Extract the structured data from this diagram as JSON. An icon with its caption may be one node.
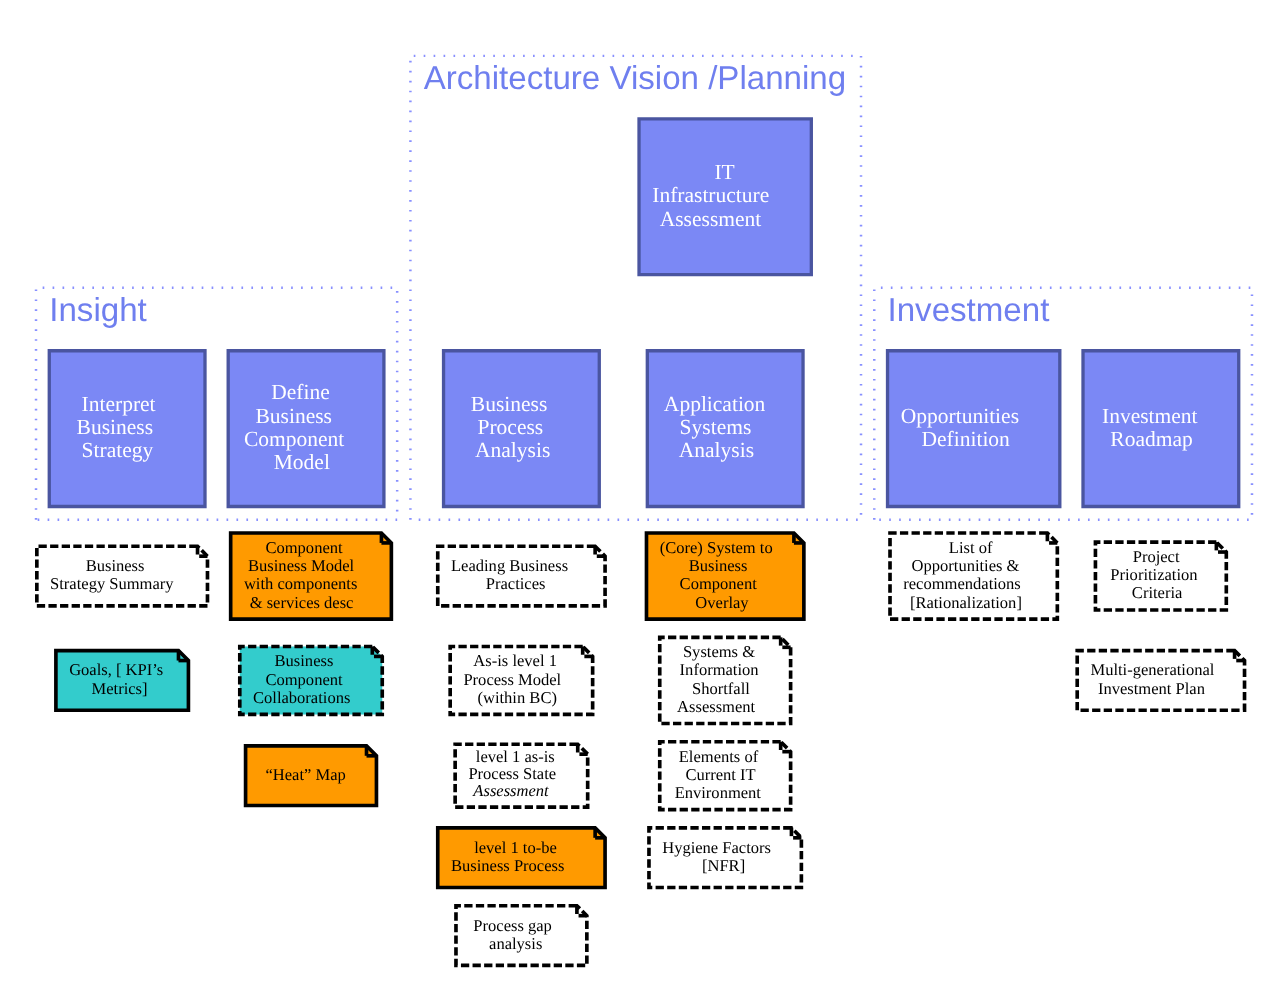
{
  "diagram": {
    "nodes": [
      {
        "text": [
          "Insight"
        ]
      },
      {
        "text": [
          "Interpret Business Strategy"
        ],
        "in": 0
      },
      {
        "text": [
          "Define Business Component Model"
        ],
        "in": 0
      },
      {
        "text": [
          "Architecture Vision /Planning"
        ]
      },
      {
        "text": [
          "Business Process Analysis"
        ],
        "in": 3
      },
      {
        "text": [
          "IT Infrastructure Assessment"
        ],
        "in": 3
      },
      {
        "text": [
          "Application Systems Analysis"
        ],
        "in": 3
      },
      {
        "text": [
          "Investment"
        ]
      },
      {
        "text": [
          "Opportunities Definition"
        ],
        "in": 7
      },
      {
        "text": [
          "Investment Roadmap"
        ],
        "in": 7
      },
      {
        "text": [
          "Business Strategy Summary"
        ]
      },
      {
        "text": [
          "Goals, [ KPI’s Metrics]"
        ]
      },
      {
        "text": [
          "Component Business Model with components & services desc"
        ]
      },
      {
        "text": [
          "Business Component Collaborations"
        ]
      },
      {
        "text": [
          "“Heat” Map"
        ]
      },
      {
        "text": [
          "Leading Business Practices"
        ]
      },
      {
        "text": [
          "As-is level 1 Process Model (within BC)"
        ]
      },
      {
        "text": [
          "level 1 as-is Process State *Assessment*"
        ]
      },
      {
        "text": [
          "level 1 to-be Business Process"
        ]
      },
      {
        "text": [
          "Process gap analysis"
        ]
      },
      {
        "text": [
          "(Core) System to Business Component Overlay"
        ]
      },
      {
        "text": [
          "Systems & Information Shortfall Assessment"
        ]
      },
      {
        "text": [
          "Elements of Current IT Environment"
        ]
      },
      {
        "text": [
          "Hygiene Factors [NFR]"
        ]
      },
      {
        "text": [
          "List of Opportunities & recommendations [Rationalization]"
        ]
      },
      {
        "text": [
          "Project Prioritization Criteria"
        ]
      },
      {
        "text": [
          "Multi-generational Investment Plan"
        ]
      }
    ],
    "edges": []
  }
}
